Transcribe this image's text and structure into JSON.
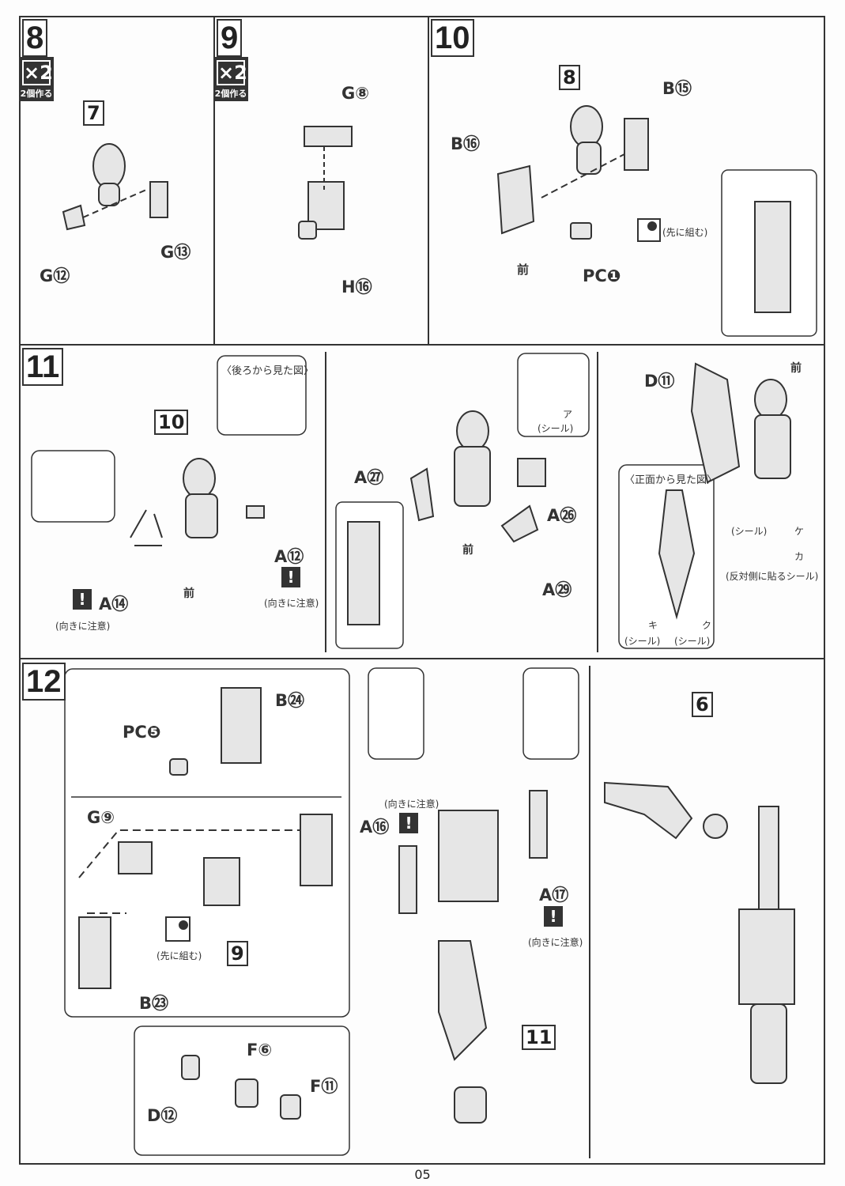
{
  "page_number": "05",
  "steps": {
    "s8": {
      "number": "8",
      "multiplier": "×2",
      "make_note": "2個作る",
      "ref": "7",
      "parts": [
        "G⑫",
        "G⑬"
      ]
    },
    "s9": {
      "number": "9",
      "multiplier": "×2",
      "make_note": "2個作る",
      "parts": [
        "G⑧",
        "H⑯"
      ]
    },
    "s10": {
      "number": "10",
      "ref": "8",
      "parts": [
        "B⑮",
        "B⑯",
        "PC❶"
      ],
      "pre_assemble": "(先に組む)",
      "front": "前"
    },
    "s11": {
      "number": "11",
      "ref": "10",
      "back_view": "〈後ろから見た図〉",
      "front_view": "〈正面から見た図〉",
      "parts": [
        "A⑭",
        "A⑫",
        "A㉗",
        "A㉖",
        "A㉙",
        "D⑪"
      ],
      "orientation_note": "(向きに注意)",
      "front": "前",
      "seal": "(シール)",
      "seal_letters": [
        "ア",
        "ケ",
        "カ",
        "キ",
        "ク"
      ],
      "opposite_seal": "(反対側に貼るシール)"
    },
    "s12": {
      "number": "12",
      "refs": [
        "9",
        "11",
        "6"
      ],
      "parts": [
        "PC❺",
        "B㉔",
        "G⑨",
        "B㉓",
        "F⑥",
        "F⑪",
        "D⑫",
        "A⑯",
        "A⑰"
      ],
      "pre_assemble": "(先に組む)",
      "orientation_note": "(向きに注意)"
    }
  }
}
